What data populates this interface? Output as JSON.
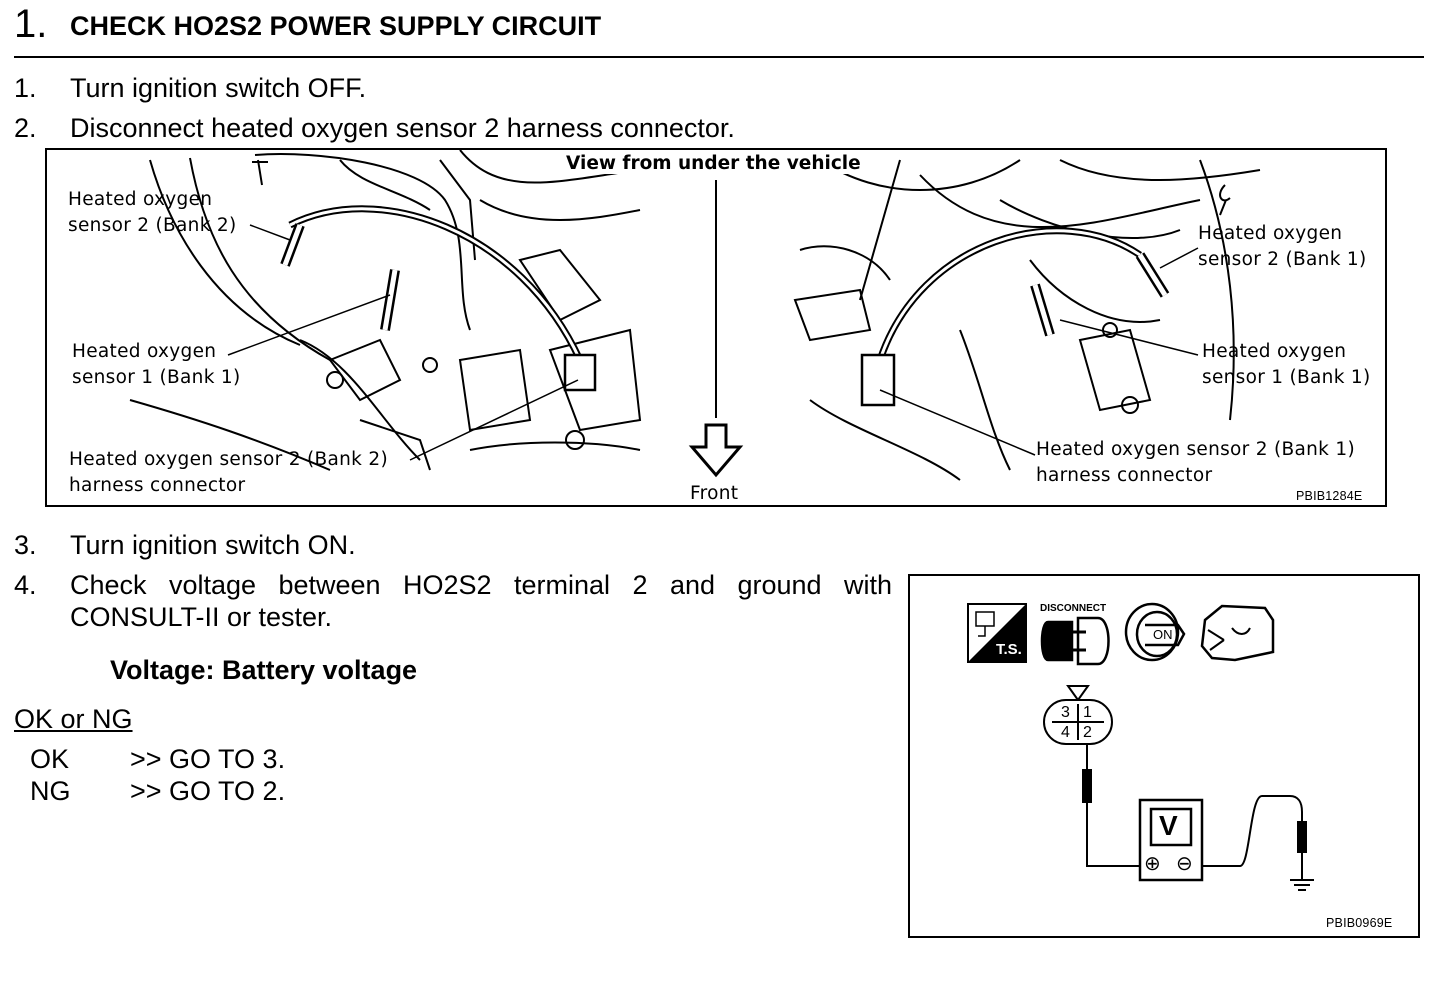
{
  "header": {
    "number": "1.",
    "title": "CHECK HO2S2 POWER SUPPLY CIRCUIT"
  },
  "steps": [
    {
      "num": "1.",
      "text": "Turn ignition switch OFF."
    },
    {
      "num": "2.",
      "text": "Disconnect heated oxygen sensor 2 harness connector."
    },
    {
      "num": "3.",
      "text": "Turn ignition switch ON."
    },
    {
      "num": "4.",
      "text_line1": "Check voltage between HO2S2 terminal 2 and ground with",
      "text_line2": "CONSULT-II or tester."
    }
  ],
  "figure1": {
    "view_label": "View from under the vehicle",
    "front_label": "Front",
    "left": {
      "ho2s2": "Heated oxygen\nsensor 2 (Bank 2)",
      "ho2s1": "Heated oxygen\nsensor 1 (Bank 1)",
      "connector": "Heated oxygen sensor 2 (Bank 2)\nharness connector"
    },
    "right": {
      "ho2s2": "Heated oxygen\nsensor 2 (Bank 1)",
      "ho2s1": "Heated oxygen\nsensor 1 (Bank 1)",
      "connector": "Heated oxygen sensor 2 (Bank 1)\nharness connector"
    },
    "code": "PBIB1284E"
  },
  "spec": {
    "text": "Voltage: Battery voltage"
  },
  "result": {
    "heading": "OK or NG",
    "items": [
      {
        "status": "OK",
        "action": ">> GO TO 3."
      },
      {
        "status": "NG",
        "action": ">> GO TO 2."
      }
    ]
  },
  "figure2": {
    "disconnect_label": "DISCONNECT",
    "ts_label": "T.S.",
    "on_label": "ON",
    "terminals": [
      "3",
      "1",
      "4",
      "2"
    ],
    "meter_label": "V",
    "plus": "⊕",
    "minus": "⊖",
    "code": "PBIB0969E",
    "icons": [
      "ts-icon",
      "disconnect-icon",
      "ignition-key-icon",
      "engine-icon",
      "ground-icon"
    ]
  }
}
